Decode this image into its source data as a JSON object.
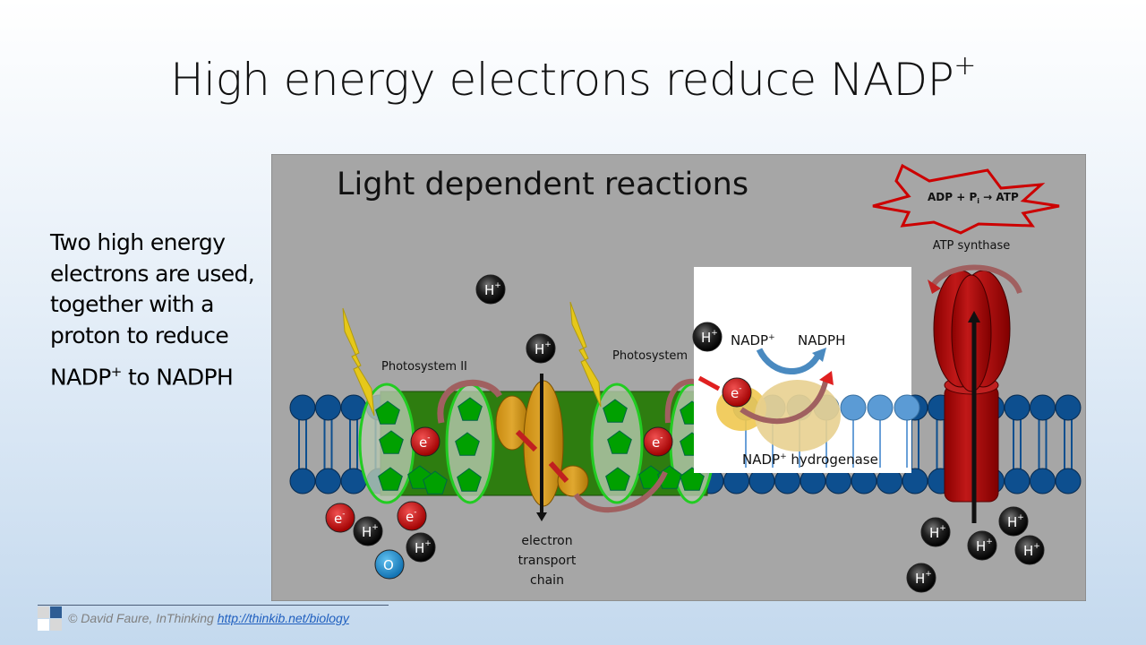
{
  "slide": {
    "title": "High energy electrons reduce NADP",
    "title_sup": "+",
    "body": {
      "paragraph1": "Two high energy electrons are used, together with a proton to reduce",
      "p2_a": "NADP",
      "p2_sup": "+",
      "p2_b": " to  NADPH"
    }
  },
  "diagram": {
    "heading": "Light dependent reactions",
    "star_label": {
      "a": "ADP + P",
      "sub": "i",
      "arrow": " → ",
      "b": "ATP"
    },
    "atp_synthase": "ATP synthase",
    "photosystem_2": "Photosystem II",
    "photosystem_1": "Photosystem",
    "etc": [
      "electron",
      "transport",
      "chain"
    ],
    "proton": "H",
    "proton_sup": "+",
    "electron": "e",
    "electron_sup": "-",
    "oxygen": "O",
    "inset": {
      "nadp": "NADP",
      "nadp_sup": "+",
      "nadph": "NADPH",
      "enzyme": "NADP",
      "enzyme_sup": "+",
      "enzyme_b": " hydrogenase"
    },
    "colors": {
      "background": "#a6a6a6",
      "membrane_head": "#0d4f8f",
      "green": "#009900",
      "atp_red": "#b00000",
      "electron_red": "#cc1111"
    }
  },
  "footer": {
    "credit": "© David Faure, InThinking ",
    "link": "http://thinkib.net/biology"
  }
}
